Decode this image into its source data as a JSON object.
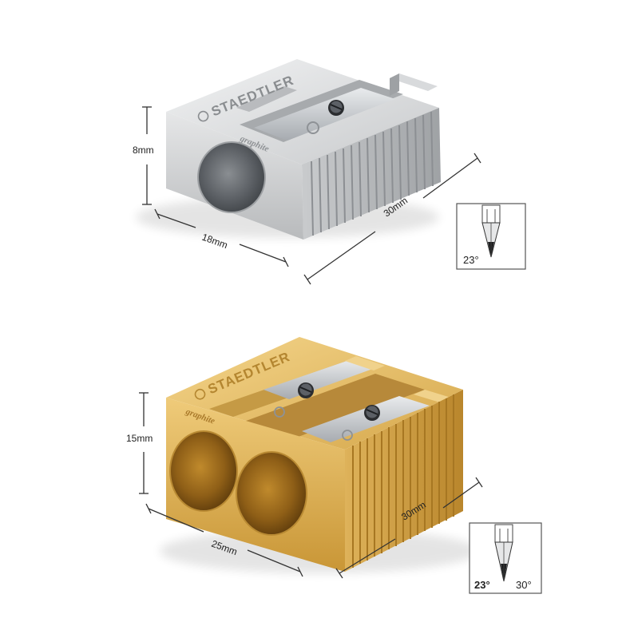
{
  "products": [
    {
      "brand": "STAEDTLER",
      "subtitle": "graphite",
      "finish_color": "#c9cbcd",
      "dimensions": {
        "height": "8mm",
        "width": "18mm",
        "length": "30mm"
      },
      "angles": [
        "23°"
      ]
    },
    {
      "brand": "STAEDTLER",
      "subtitle": "graphite",
      "finish_color": "#e2b75f",
      "dimensions": {
        "height": "15mm",
        "width": "25mm",
        "length": "30mm"
      },
      "angles": [
        "23°",
        "30°"
      ]
    }
  ]
}
